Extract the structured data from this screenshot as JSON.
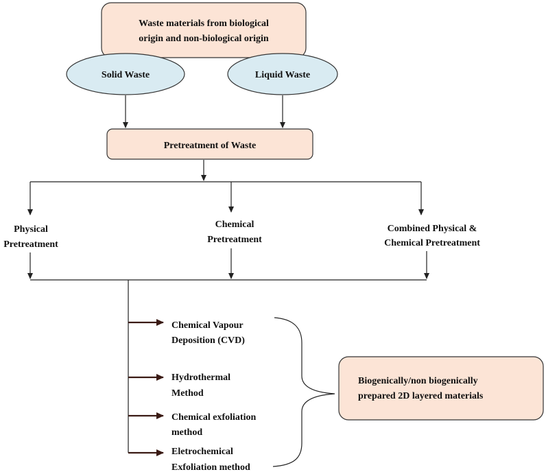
{
  "nodes": {
    "source_line1": "Waste materials from biological",
    "source_line2": "origin and non-biological origin",
    "solid": "Solid Waste",
    "liquid": "Liquid Waste",
    "pretreatment": "Pretreatment of Waste",
    "physical_line1": "Physical",
    "physical_line2": "Pretreatment",
    "chemical_line1": "Chemical",
    "chemical_line2": "Pretreatment",
    "combined_line1": "Combined Physical &",
    "combined_line2": "Chemical Pretreatment",
    "cvd_line1": "Chemical Vapour",
    "cvd_line2": "Deposition (CVD)",
    "hydro_line1": "Hydrothermal",
    "hydro_line2": "Method",
    "chemexf_line1": "Chemical exfoliation",
    "chemexf_line2": "method",
    "electro_line1": "Eletrochemical",
    "electro_line2": "Exfoliation method",
    "result_line1": "Biogenically/non biogenically",
    "result_line2": "prepared 2D layered materials"
  },
  "colors": {
    "box_fill": "#fce4d6",
    "ellipse_fill": "#d9ebf2",
    "line": "#222222",
    "arrow_dark": "#3a1a14"
  }
}
